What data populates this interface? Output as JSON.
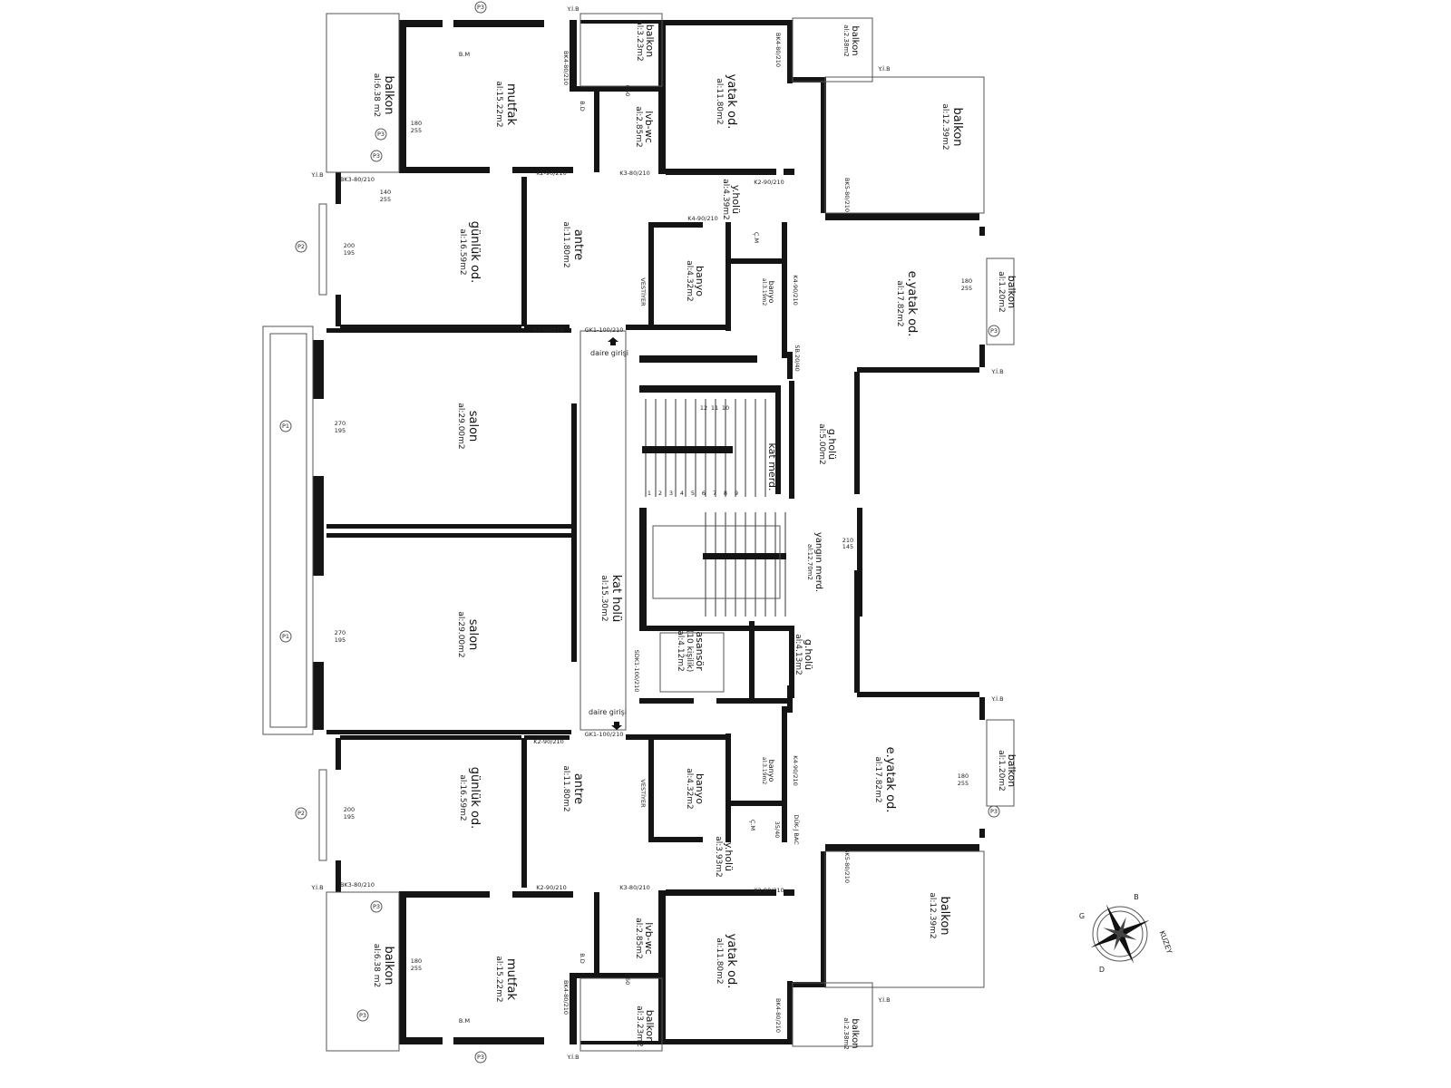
{
  "plan": {
    "rooms_top": {
      "mutfak": {
        "name": "mutfak",
        "area": "al:15.22m2"
      },
      "balkon_left": {
        "name": "balkon",
        "area": "al:6.38 m2"
      },
      "balkon_small": {
        "name": "balkon",
        "area": "al:3.23m2"
      },
      "lvb_wc": {
        "name": "lvb-wc",
        "area": "al:2.85m2"
      },
      "yatak": {
        "name": "yatak od.",
        "area": "al:11.80m2"
      },
      "balkon_right_small": {
        "name": "balkon",
        "area": "al:2.38m2"
      },
      "balkon_big": {
        "name": "balkon",
        "area": "al:12.39m2"
      },
      "y_holu": {
        "name": "y.holü",
        "area": "al:4.39m2"
      },
      "gunluk": {
        "name": "günlük od.",
        "area": "al:16.59m2"
      },
      "antre": {
        "name": "antre",
        "area": "al:11.80m2"
      },
      "banyo": {
        "name": "banyo",
        "area": "al:4.32m2"
      },
      "banyo_small": {
        "name": "banyo",
        "area": "al:3.19m2"
      },
      "e_yatak": {
        "name": "e.yatak od.",
        "area": "al:17.82m2"
      },
      "balkon_eyatak": {
        "name": "balkon",
        "area": "al:1.20m2"
      },
      "salon": {
        "name": "salon",
        "area": "al:29.00m2"
      }
    },
    "rooms_bottom": {
      "mutfak": {
        "name": "mutfak",
        "area": "al:15.22m2"
      },
      "balkon_left": {
        "name": "balkon",
        "area": "al:6.38 m2"
      },
      "balkon_small": {
        "name": "balkon",
        "area": "al:3.23m2"
      },
      "lvb_wc": {
        "name": "lvb-wc",
        "area": "al:2.85m2"
      },
      "yatak": {
        "name": "yatak od.",
        "area": "al:11.80m2"
      },
      "balkon_right_small": {
        "name": "balkon",
        "area": "al:2.38m2"
      },
      "balkon_big": {
        "name": "balkon",
        "area": "al:12.39m2"
      },
      "y_holu": {
        "name": "y.holü",
        "area": "al:3.93m2"
      },
      "gunluk": {
        "name": "günlük od.",
        "area": "al:16.59m2"
      },
      "antre": {
        "name": "antre",
        "area": "al:11.80m2"
      },
      "banyo": {
        "name": "banyo",
        "area": "al:4.32m2"
      },
      "banyo_small": {
        "name": "banyo",
        "area": "al:3.19m2"
      },
      "e_yatak": {
        "name": "e.yatak od.",
        "area": "al:17.82m2"
      },
      "balkon_eyatak": {
        "name": "balkon",
        "area": "al:1.20m2"
      },
      "salon": {
        "name": "salon",
        "area": "al:29.00m2"
      }
    },
    "core": {
      "kat_holu": {
        "name": "kat holü",
        "area": "al:15.30m2"
      },
      "kat_merd": {
        "name": "kat merd."
      },
      "g_holu_1": {
        "name": "g.holü",
        "area": "al:5.00m2"
      },
      "yangin_merd": {
        "name": "yangın merd.",
        "area": "al:12.70m2"
      },
      "g_holu_2": {
        "name": "g.holü",
        "area": "al:4.13m2"
      },
      "asansor": {
        "name": "asansör",
        "capacity": "(10 kişilik)",
        "area": "al:4.12m2"
      },
      "daire_girisi": "daire girişi"
    },
    "tags": {
      "k2": "K2-90/210",
      "k3": "K3-80/210",
      "k4": "K4-90/210",
      "bk3": "BK3-80/210",
      "bk4": "BK4-80/210",
      "bk5": "BK5-80/210",
      "gk1": "GK1-100/210",
      "sdk1": "SDK1-100/210",
      "w_p1_a": "270",
      "w_p1_b": "195",
      "w_p2_a": "200",
      "w_p2_b": "195",
      "w_p3_a": "180",
      "w_p3_b": "255",
      "w_p3s_a": "140",
      "w_p3s_b": "255",
      "w_small_a": "060",
      "w_small_b": "060",
      "w_yang_a": "210",
      "w_yang_b": "145",
      "p1": "P1",
      "p2": "P2",
      "p3": "P3",
      "yib": "Y.İ.B",
      "bm": "B.M",
      "bd": "B.D",
      "cm": "Ç.M",
      "vestiyer": "VESTİYER",
      "bac": "DÜK-J BAC",
      "shaft": "35/40",
      "sb": "SB.20/40"
    },
    "stairs": [
      "1",
      "2",
      "3",
      "4",
      "5",
      "6",
      "7",
      "8",
      "9",
      "10",
      "11",
      "12"
    ],
    "compass": {
      "n": "KUZEY",
      "b": "B",
      "g": "G",
      "d": "D"
    }
  }
}
